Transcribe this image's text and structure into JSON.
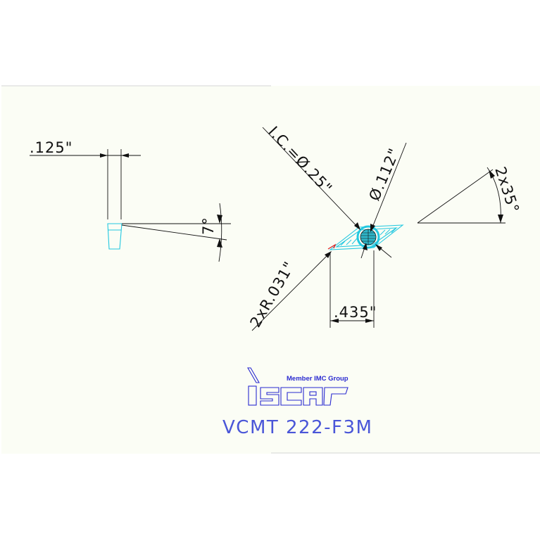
{
  "drawing": {
    "thickness_label": ".125\"",
    "clearance_angle_label": "7°",
    "ic_label": "I.C.=Ø.25\"",
    "hole_label": "Ø.112\"",
    "chamfer_angle_label": "2x35°",
    "corner_radius_label": "2xR.031\"",
    "length_label": ".435\""
  },
  "brand": {
    "tagline": "Member IMC Group",
    "logo_name": "iscar-logo"
  },
  "part_number": "VCMT 222-F3M",
  "colors": {
    "background": "#fbfdf5",
    "lines": "#111111",
    "insert_outline": "#23c8e0",
    "logo_blue": "#2a2ad0",
    "part_text": "#4a56d8",
    "accent_red": "#e02020"
  }
}
